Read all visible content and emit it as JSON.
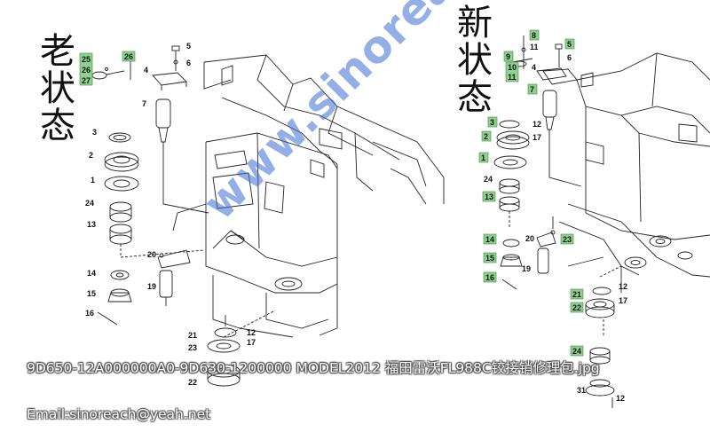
{
  "labels": {
    "old_state": "老状态",
    "new_state": "新状态"
  },
  "watermark": "www.sinoreach.cn",
  "caption": {
    "filename": "9D650-12A000000A0-9D630-1200000 MODEL2012 福田雷沃FL988C铰接销修理包.jpg",
    "email": "Email:sinoreach@yeah.net"
  },
  "callouts_old": {
    "c25": "25",
    "c26a": "26",
    "c27": "27",
    "c26b": "26",
    "c5": "5",
    "c6": "6",
    "c4": "4",
    "c7": "7",
    "c3": "3",
    "c2": "2",
    "c1": "1",
    "c24": "24",
    "c13": "13",
    "c14": "14",
    "c15": "15",
    "c16": "16",
    "c20": "20",
    "c19": "19",
    "c21": "21",
    "c23": "23",
    "c17": "17",
    "c22": "22",
    "c12": "12"
  },
  "callouts_new": {
    "n8": "8",
    "n11a": "11",
    "n9": "9",
    "n10": "10",
    "n11b": "11",
    "n5": "5",
    "n6": "6",
    "n4": "4",
    "n7": "7",
    "n3": "3",
    "n12a": "12",
    "n2": "2",
    "n17a": "17",
    "n1": "1",
    "n24a": "24",
    "n13": "13",
    "n14": "14",
    "n20": "20",
    "n23": "23",
    "n15": "15",
    "n19": "19",
    "n16": "16",
    "n21": "21",
    "n12b": "12",
    "n22": "22",
    "n17b": "17",
    "n24b": "24",
    "n31": "31",
    "n12c": "12"
  }
}
